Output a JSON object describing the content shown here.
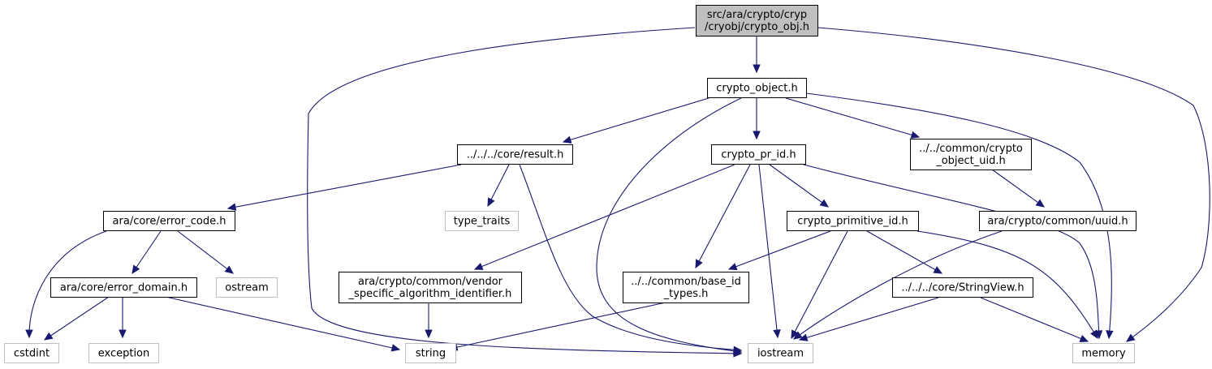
{
  "colors": {
    "edge": "#191970",
    "box_border": "#000000",
    "external_border": "#bfbfbf",
    "root_fill": "#bfbfbf",
    "fill": "#ffffff",
    "text": "#000000"
  },
  "nodes": [
    {
      "id": "root",
      "kind": "root",
      "lines": [
        "src/ara/crypto/cryp",
        "/cryobj/crypto_obj.h"
      ]
    },
    {
      "id": "crypto_object",
      "kind": "file",
      "lines": [
        "crypto_object.h"
      ]
    },
    {
      "id": "result",
      "kind": "file",
      "lines": [
        "../../../core/result.h"
      ]
    },
    {
      "id": "crypto_pr_id",
      "kind": "file",
      "lines": [
        "crypto_pr_id.h"
      ]
    },
    {
      "id": "crypto_object_uid",
      "kind": "file",
      "lines": [
        "../../common/crypto",
        "_object_uid.h"
      ]
    },
    {
      "id": "error_code",
      "kind": "file",
      "lines": [
        "ara/core/error_code.h"
      ]
    },
    {
      "id": "type_traits",
      "kind": "external",
      "lines": [
        "type_traits"
      ]
    },
    {
      "id": "crypto_primitive_id",
      "kind": "file",
      "lines": [
        "crypto_primitive_id.h"
      ]
    },
    {
      "id": "uuid",
      "kind": "file",
      "lines": [
        "ara/crypto/common/uuid.h"
      ]
    },
    {
      "id": "error_domain",
      "kind": "file",
      "lines": [
        "ara/core/error_domain.h"
      ]
    },
    {
      "id": "ostream",
      "kind": "external",
      "lines": [
        "ostream"
      ]
    },
    {
      "id": "vendor_alg",
      "kind": "file",
      "lines": [
        "ara/crypto/common/vendor",
        "_specific_algorithm_identifier.h"
      ]
    },
    {
      "id": "base_id_types",
      "kind": "file",
      "lines": [
        "../../common/base_id",
        "_types.h"
      ]
    },
    {
      "id": "string_view",
      "kind": "file",
      "lines": [
        "../../../core/StringView.h"
      ]
    },
    {
      "id": "cstdint",
      "kind": "external",
      "lines": [
        "cstdint"
      ]
    },
    {
      "id": "exception",
      "kind": "external",
      "lines": [
        "exception"
      ]
    },
    {
      "id": "string",
      "kind": "external",
      "lines": [
        "string"
      ]
    },
    {
      "id": "iostream",
      "kind": "external",
      "lines": [
        "iostream"
      ]
    },
    {
      "id": "memory",
      "kind": "external",
      "lines": [
        "memory"
      ]
    }
  ],
  "edges": [
    {
      "from": "root",
      "to": "crypto_object"
    },
    {
      "from": "root",
      "to": "iostream"
    },
    {
      "from": "root",
      "to": "memory"
    },
    {
      "from": "crypto_object",
      "to": "result"
    },
    {
      "from": "crypto_object",
      "to": "crypto_pr_id"
    },
    {
      "from": "crypto_object",
      "to": "crypto_object_uid"
    },
    {
      "from": "crypto_object",
      "to": "iostream"
    },
    {
      "from": "crypto_object",
      "to": "memory"
    },
    {
      "from": "result",
      "to": "error_code"
    },
    {
      "from": "result",
      "to": "type_traits"
    },
    {
      "from": "result",
      "to": "iostream"
    },
    {
      "from": "crypto_pr_id",
      "to": "vendor_alg"
    },
    {
      "from": "crypto_pr_id",
      "to": "base_id_types"
    },
    {
      "from": "crypto_pr_id",
      "to": "crypto_primitive_id"
    },
    {
      "from": "crypto_pr_id",
      "to": "iostream"
    },
    {
      "from": "crypto_pr_id",
      "to": "memory"
    },
    {
      "from": "crypto_object_uid",
      "to": "uuid"
    },
    {
      "from": "error_code",
      "to": "error_domain"
    },
    {
      "from": "error_code",
      "to": "ostream"
    },
    {
      "from": "error_code",
      "to": "cstdint"
    },
    {
      "from": "crypto_primitive_id",
      "to": "base_id_types"
    },
    {
      "from": "crypto_primitive_id",
      "to": "string_view"
    },
    {
      "from": "crypto_primitive_id",
      "to": "iostream"
    },
    {
      "from": "crypto_primitive_id",
      "to": "memory"
    },
    {
      "from": "uuid",
      "to": "iostream"
    },
    {
      "from": "error_domain",
      "to": "cstdint"
    },
    {
      "from": "error_domain",
      "to": "exception"
    },
    {
      "from": "error_domain",
      "to": "string"
    },
    {
      "from": "vendor_alg",
      "to": "string"
    },
    {
      "from": "base_id_types",
      "to": "string"
    },
    {
      "from": "string_view",
      "to": "iostream"
    },
    {
      "from": "string_view",
      "to": "memory"
    }
  ]
}
